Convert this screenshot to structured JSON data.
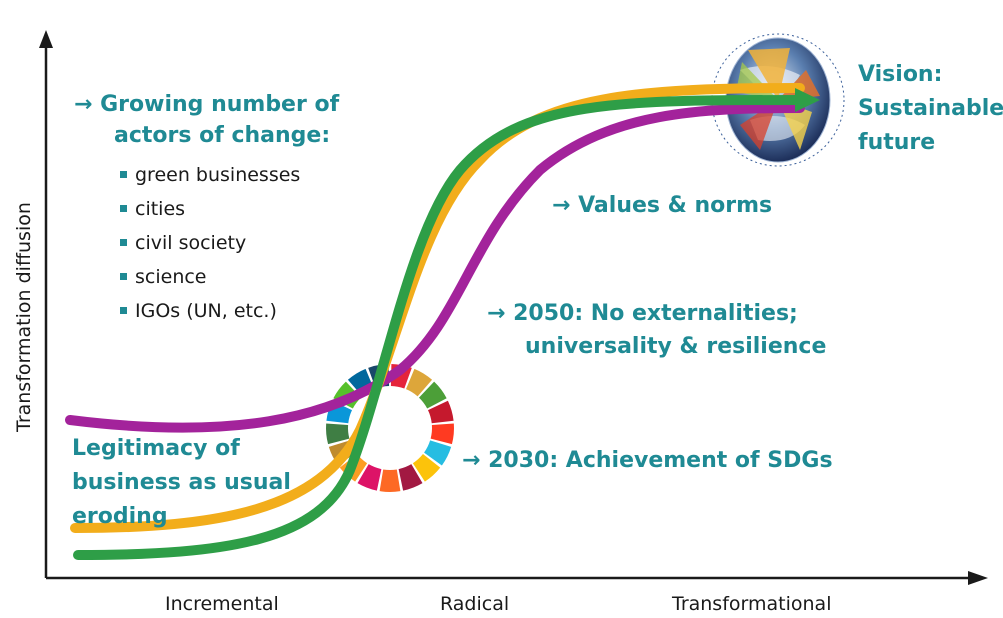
{
  "axes": {
    "y_label": "Transformation diffusion",
    "x_labels": [
      "Incremental",
      "Radical",
      "Transformational"
    ]
  },
  "actors": {
    "heading_line1": "Growing number of",
    "heading_line2": "actors of change:",
    "items": [
      "green businesses",
      "cities",
      "civil society",
      "science",
      "IGOs (UN, etc.)"
    ]
  },
  "left_label": {
    "line1": "Legitimacy of",
    "line2": "business as usual",
    "line3": "eroding"
  },
  "vision": {
    "line1": "Vision:",
    "line2": "Sustainable",
    "line3": "future"
  },
  "milestones": {
    "values_norms": "Values & norms",
    "y2050_line1": "2050: No externalities;",
    "y2050_line2": "universality & resilience",
    "y2030": "2030: Achievement of SDGs"
  },
  "colors": {
    "teal": "#1f8a94",
    "curve_magenta": "#a3239b",
    "curve_yellow": "#f2ad1b",
    "curve_green": "#2e9e47",
    "sdg_wheel": [
      "#e5243b",
      "#dda63a",
      "#4c9f38",
      "#c5192d",
      "#ff3a21",
      "#26bde2",
      "#fcc30b",
      "#a21942",
      "#fd6925",
      "#dd1367",
      "#fd9d24",
      "#bf8b2e",
      "#3f7e44",
      "#0a97d9",
      "#56c02b",
      "#00689d",
      "#19486a"
    ]
  }
}
